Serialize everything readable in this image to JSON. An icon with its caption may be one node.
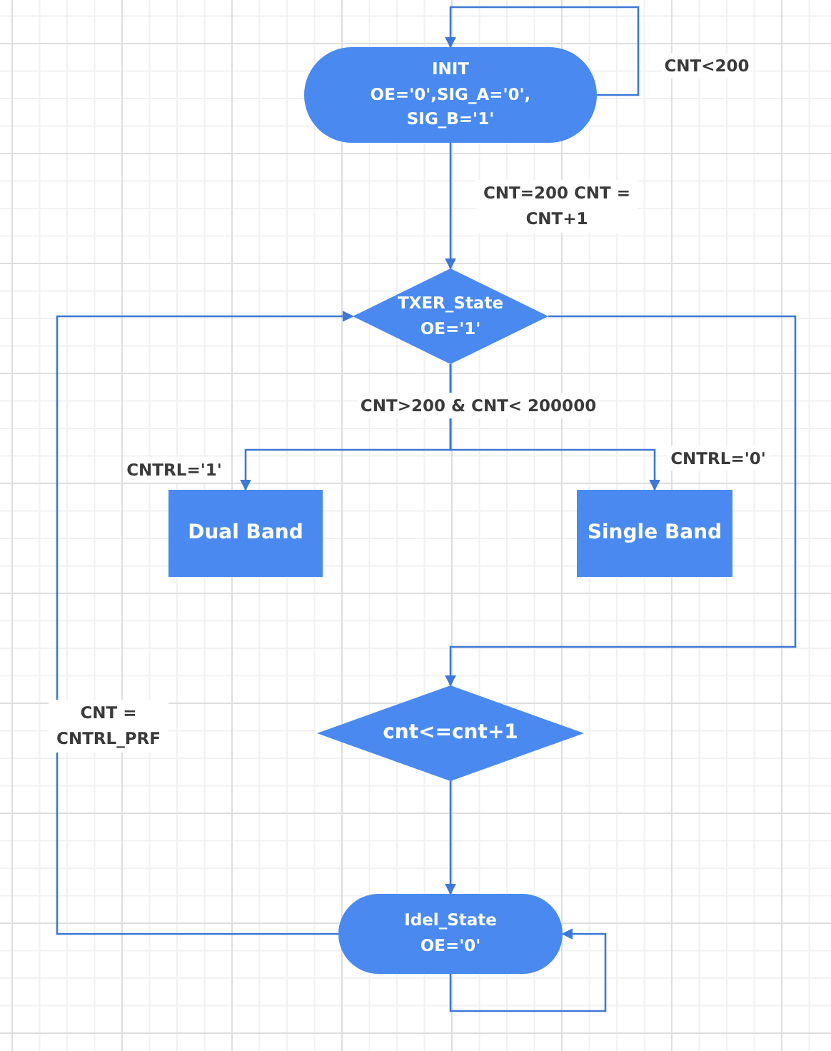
{
  "diagram": {
    "nodes": [
      {
        "text": [
          "INIT",
          "OE='0',SIG_A='0', SIG_B='1'"
        ]
      },
      {
        "text": [
          "TXER_State",
          "OE='1'"
        ]
      },
      {
        "text": [
          "Dual Band"
        ]
      },
      {
        "text": [
          "Single Band"
        ]
      },
      {
        "text": [
          "cnt<=cnt+1"
        ]
      },
      {
        "text": [
          "Idel_State",
          "OE='0'"
        ]
      }
    ],
    "edges": [
      {
        "from": 0,
        "to": 0,
        "arrow": "to",
        "label": "CNT<200"
      },
      {
        "from": 0,
        "to": 1,
        "arrow": "to",
        "label": "CNT=200 CNT = CNT+1"
      },
      {
        "from": 1,
        "to": 2,
        "arrow": "to",
        "label": "CNTRL='1'"
      },
      {
        "from": 1,
        "to": 3,
        "arrow": "to",
        "label": "CNTRL='0'"
      },
      {
        "from": 1,
        "to": 4,
        "arrow": "to"
      },
      {
        "from": 4,
        "to": 5,
        "arrow": "to"
      },
      {
        "from": 5,
        "to": 1,
        "arrow": "to",
        "label": "CNT = CNTRL_PRF"
      },
      {
        "from": 5,
        "to": 5,
        "arrow": "to"
      }
    ],
    "labels": [
      "CNT>200 & CNT< 200000"
    ]
  }
}
